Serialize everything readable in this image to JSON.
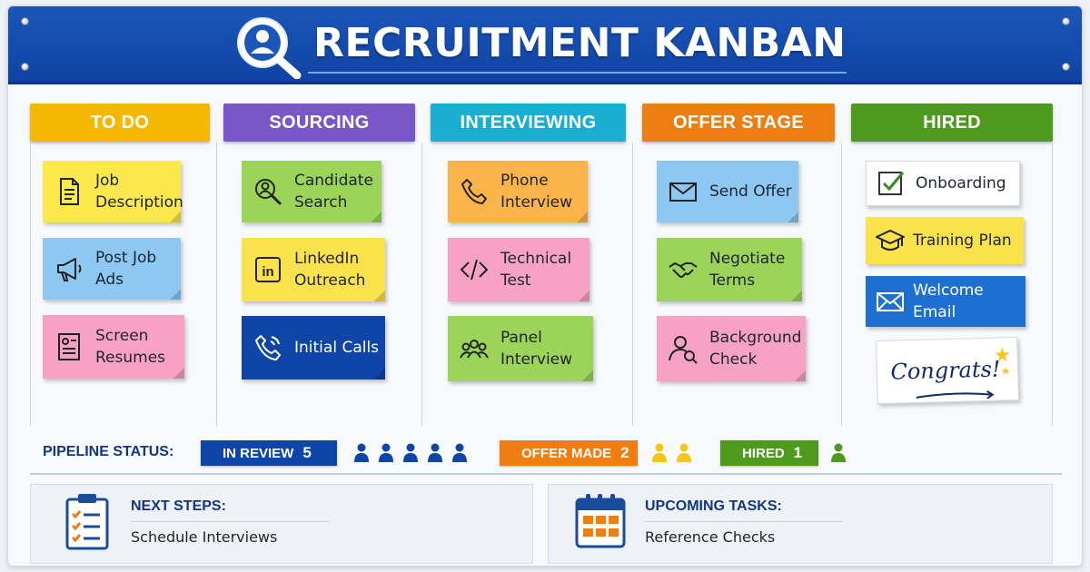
{
  "header": {
    "title": "RECRUITMENT KANBAN",
    "icon": "magnifier-person-icon"
  },
  "columns": [
    {
      "label": "TO DO",
      "color": "#f5b800",
      "cards": [
        {
          "label": "Job\nDescription",
          "icon": "document-icon",
          "color": "#fbe84a"
        },
        {
          "label": "Post Job\nAds",
          "icon": "megaphone-icon",
          "color": "#8cc8f2"
        },
        {
          "label": "Screen\nResumes",
          "icon": "resume-icon",
          "color": "#f7a2c4"
        }
      ]
    },
    {
      "label": "SOURCING",
      "color": "#7a57c8",
      "cards": [
        {
          "label": "Candidate\nSearch",
          "icon": "search-person-icon",
          "color": "#9cd45a"
        },
        {
          "label": "LinkedIn\nOutreach",
          "icon": "linkedin-icon",
          "color": "#f9e24b"
        },
        {
          "label": "Initial Calls",
          "icon": "phone-icon",
          "color": "#0e45a6"
        }
      ]
    },
    {
      "label": "INTERVIEWING",
      "color": "#1aaed0",
      "cards": [
        {
          "label": "Phone\nInterview",
          "icon": "phone-icon",
          "color": "#fbb44a"
        },
        {
          "label": "Technical\nTest",
          "icon": "code-icon",
          "color": "#f7a2c4"
        },
        {
          "label": "Panel\nInterview",
          "icon": "group-icon",
          "color": "#9cd45a"
        }
      ]
    },
    {
      "label": "OFFER STAGE",
      "color": "#ee7d12",
      "cards": [
        {
          "label": "Send Offer",
          "icon": "envelope-icon",
          "color": "#8cc8f2"
        },
        {
          "label": "Negotiate\nTerms",
          "icon": "handshake-icon",
          "color": "#9cd45a"
        },
        {
          "label": "Background\nCheck",
          "icon": "person-check-icon",
          "color": "#f7a2c4"
        }
      ]
    },
    {
      "label": "HIRED",
      "color": "#4f9a1e",
      "cards": [
        {
          "label": "Onboarding",
          "icon": "checkbox-icon",
          "color": "#ffffff"
        },
        {
          "label": "Training Plan",
          "icon": "graduation-cap-icon",
          "color": "#f9e24b"
        },
        {
          "label": "Welcome Email",
          "icon": "envelope-icon",
          "color": "#1d6fd1"
        },
        {
          "label": "Congrats!",
          "icon": "star-icon",
          "color": "#ffffff"
        }
      ]
    }
  ],
  "pipeline": {
    "label": "PIPELINE STATUS:",
    "in_review": {
      "label": "IN REVIEW",
      "count": "5",
      "color": "#0e45a6"
    },
    "offer_made": {
      "label": "OFFER MADE",
      "count": "2",
      "color": "#ee7d12"
    },
    "hired": {
      "label": "HIRED",
      "count": "1",
      "color": "#4f9a1e"
    }
  },
  "panels": {
    "next_steps": {
      "title": "NEXT STEPS:",
      "text": "Schedule Interviews",
      "icon": "checklist-icon"
    },
    "upcoming": {
      "title": "UPCOMING TASKS:",
      "text": "Reference Checks",
      "icon": "calendar-icon"
    }
  }
}
